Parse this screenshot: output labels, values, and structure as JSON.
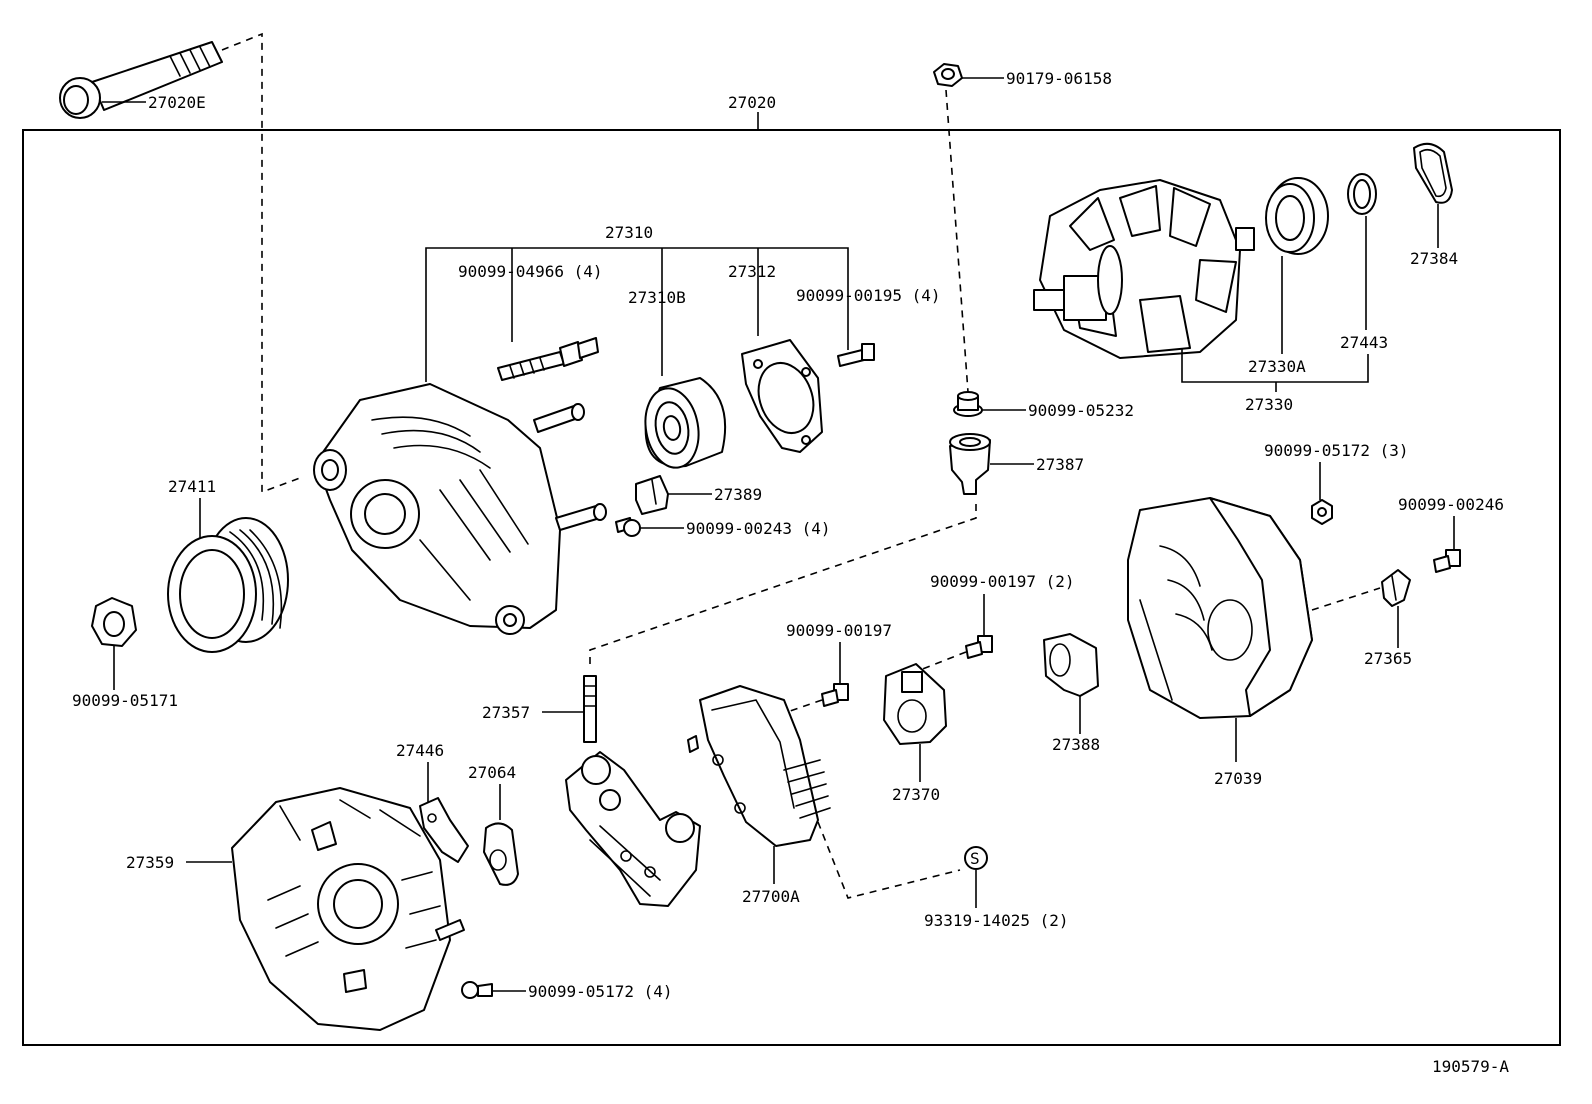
{
  "drawing_id": "190579-A",
  "callouts": {
    "c27020E": "27020E",
    "c27020": "27020",
    "c90179_06158": "90179-06158",
    "c27310": "27310",
    "c90099_04966": "90099-04966 (4)",
    "c27310B": "27310B",
    "c27312": "27312",
    "c90099_00195": "90099-00195 (4)",
    "c27384": "27384",
    "c27443": "27443",
    "c27330A": "27330A",
    "c27330": "27330",
    "c90099_05232": "90099-05232",
    "c27387": "27387",
    "c27389": "27389",
    "c90099_00243": "90099-00243 (4)",
    "c27411": "27411",
    "c90099_05171": "90099-05171",
    "c90099_05172_3": "90099-05172 (3)",
    "c90099_00246": "90099-00246",
    "c27365": "27365",
    "c27039": "27039",
    "c90099_00197_2": "90099-00197 (2)",
    "c90099_00197": "90099-00197",
    "c27388": "27388",
    "c27370": "27370",
    "c27357": "27357",
    "c27446": "27446",
    "c27064": "27064",
    "c27359": "27359",
    "c27700A": "27700A",
    "c93319_14025": "93319-14025 (2)",
    "c90099_05172_4": "90099-05172 (4)",
    "s_mark": "S"
  }
}
